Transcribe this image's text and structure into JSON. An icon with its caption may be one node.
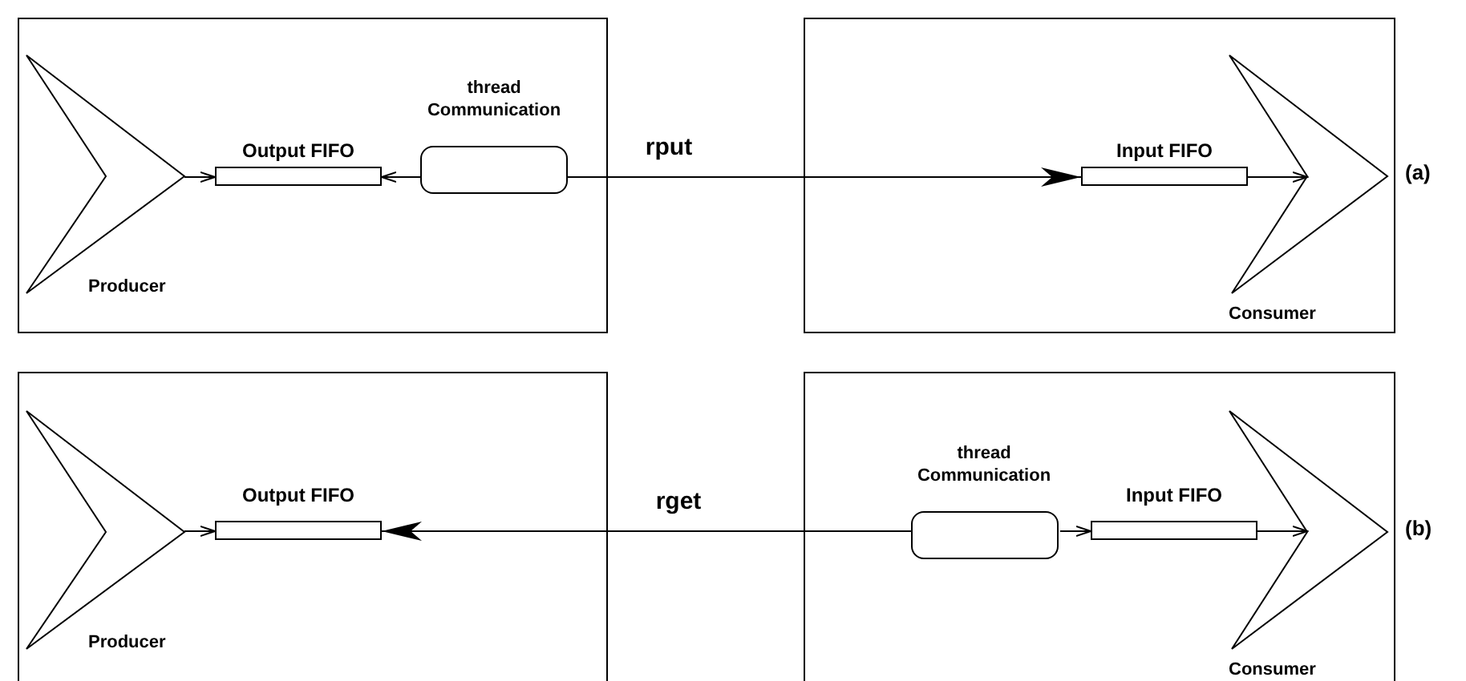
{
  "diagram": {
    "nodes": [
      {
        "text": [],
        "shape": "box"
      },
      {
        "text": [
          "Producer"
        ],
        "in": 0
      },
      {
        "text": [
          "Output FIFO"
        ],
        "in": 0
      },
      {
        "text": [
          "thread Communication"
        ],
        "in": 0
      },
      {
        "text": [],
        "shape": "box"
      },
      {
        "text": [
          "Input FIFO"
        ],
        "in": 4
      },
      {
        "text": [
          "Consumer"
        ],
        "in": 4
      },
      {
        "text": [],
        "shape": "box"
      },
      {
        "text": [
          "Producer"
        ],
        "in": 7
      },
      {
        "text": [
          "Output FIFO"
        ],
        "in": 7
      },
      {
        "text": [],
        "shape": "box"
      },
      {
        "text": [
          "thread Communication"
        ],
        "in": 10
      },
      {
        "text": [
          "Input FIFO"
        ],
        "in": 10
      },
      {
        "text": [
          "Consumer"
        ],
        "in": 10
      }
    ],
    "edges": [
      {
        "from": 1,
        "to": 2,
        "arrow": "to"
      },
      {
        "from": 3,
        "to": 2,
        "arrow": "to"
      },
      {
        "from": 3,
        "to": 5,
        "arrow": "to",
        "label": "rput"
      },
      {
        "from": 5,
        "to": 6,
        "arrow": "to"
      },
      {
        "from": 8,
        "to": 9,
        "arrow": "to"
      },
      {
        "from": 11,
        "to": 9,
        "arrow": "to",
        "label": "rget"
      },
      {
        "from": 11,
        "to": 12,
        "arrow": "to"
      },
      {
        "from": 12,
        "to": 13,
        "arrow": "to"
      }
    ],
    "labels": [
      "(a)",
      "(b)"
    ]
  }
}
